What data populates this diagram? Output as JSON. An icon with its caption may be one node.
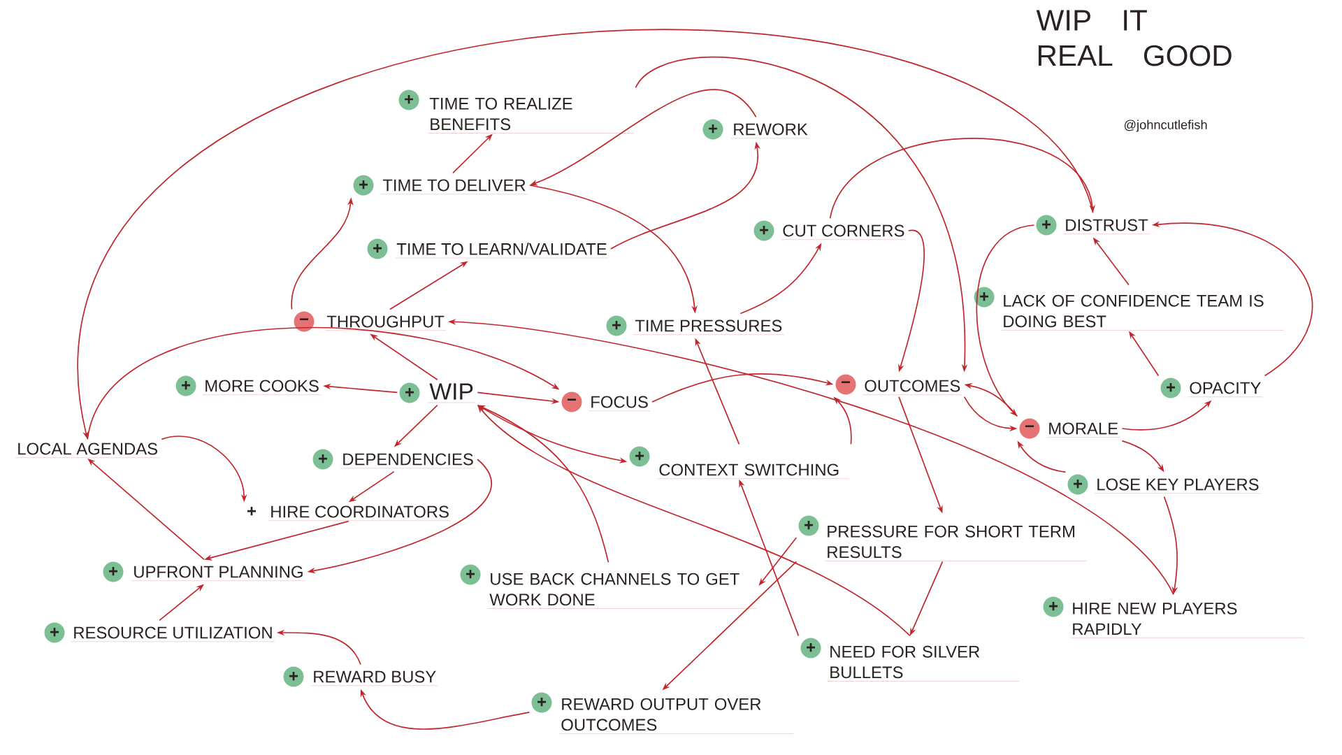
{
  "diagram": {
    "title": "WIP IT REAL GOOD",
    "nodes": [
      {
        "text": [
          "+",
          "TIME TO REALIZE BENEFITS"
        ]
      },
      {
        "text": [
          "+",
          "REWORK"
        ]
      },
      {
        "text": [
          "+",
          "TIME TO DELIVER"
        ]
      },
      {
        "text": [
          "+",
          "TIME TO LEARN/VALIDATE"
        ]
      },
      {
        "text": [
          "+",
          "CUT CORNERS"
        ]
      },
      {
        "text": [
          "+",
          "DISTRUST"
        ]
      },
      {
        "text": [
          "+",
          "LACK OF CONFIDENCE TEAM IS DOING BEST"
        ]
      },
      {
        "text": [
          "−",
          "THROUGHPUT"
        ]
      },
      {
        "text": [
          "+",
          "TIME PRESSURES"
        ]
      },
      {
        "text": [
          "+",
          "MORE COOKS"
        ]
      },
      {
        "text": [
          "+",
          "WIP"
        ]
      },
      {
        "text": [
          "−",
          "FOCUS"
        ]
      },
      {
        "text": [
          "−",
          "OUTCOMES"
        ]
      },
      {
        "text": [
          "+",
          "OPACITY"
        ]
      },
      {
        "text": [
          "−",
          "MORALE"
        ]
      },
      {
        "text": [
          "LOCAL AGENDAS"
        ]
      },
      {
        "text": [
          "+",
          "DEPENDENCIES"
        ]
      },
      {
        "text": [
          "+",
          "CONTEXT SWITCHING"
        ]
      },
      {
        "text": [
          "+",
          "LOSE KEY PLAYERS"
        ]
      },
      {
        "text": [
          "+",
          "HIRE COORDINATORS"
        ]
      },
      {
        "text": [
          "+",
          "PRESSURE FOR SHORT TERM RESULTS"
        ]
      },
      {
        "text": [
          "+",
          "UPFRONT PLANNING"
        ]
      },
      {
        "text": [
          "+",
          "USE BACK CHANNELS TO GET WORK DONE"
        ]
      },
      {
        "text": [
          "+",
          "HIRE NEW PLAYERS RAPIDLY"
        ]
      },
      {
        "text": [
          "+",
          "RESOURCE UTILIZATION"
        ]
      },
      {
        "text": [
          "+",
          "NEED FOR SILVER BULLETS"
        ]
      },
      {
        "text": [
          "+",
          "REWARD BUSY"
        ]
      },
      {
        "text": [
          "+",
          "REWARD OUTPUT OVER OUTCOMES"
        ]
      }
    ],
    "edges": [
      {
        "from": 7,
        "to": 2,
        "arrow": "to"
      },
      {
        "from": 7,
        "to": 3,
        "arrow": "to"
      },
      {
        "from": 2,
        "to": 0,
        "arrow": "to"
      },
      {
        "from": 1,
        "to": 2,
        "arrow": "to"
      },
      {
        "from": 2,
        "to": 8,
        "arrow": "to"
      },
      {
        "from": 3,
        "to": 1,
        "arrow": "to"
      },
      {
        "from": 8,
        "to": 4,
        "arrow": "to"
      },
      {
        "from": 4,
        "to": 5,
        "arrow": "to"
      },
      {
        "from": 4,
        "to": 12,
        "arrow": "to"
      },
      {
        "from": 0,
        "to": 12,
        "arrow": "to"
      },
      {
        "from": 5,
        "to": 14,
        "arrow": "to"
      },
      {
        "from": 5,
        "to": 15,
        "arrow": "to"
      },
      {
        "from": 15,
        "to": 11,
        "arrow": "to"
      },
      {
        "from": 15,
        "to": 19,
        "arrow": "to"
      },
      {
        "from": 10,
        "to": 7,
        "arrow": "to"
      },
      {
        "from": 10,
        "to": 9,
        "arrow": "to"
      },
      {
        "from": 10,
        "to": 11,
        "arrow": "to"
      },
      {
        "from": 10,
        "to": 16,
        "arrow": "to"
      },
      {
        "from": 10,
        "to": 17,
        "arrow": "to"
      },
      {
        "from": 16,
        "to": 19,
        "arrow": "to"
      },
      {
        "from": 19,
        "to": 21,
        "arrow": "to"
      },
      {
        "from": 16,
        "to": 21,
        "arrow": "to"
      },
      {
        "from": 21,
        "to": 15,
        "arrow": "to"
      },
      {
        "from": 24,
        "to": 21,
        "arrow": "to"
      },
      {
        "from": 26,
        "to": 24,
        "arrow": "to"
      },
      {
        "from": 27,
        "to": 26,
        "arrow": "to"
      },
      {
        "from": 22,
        "to": 10,
        "arrow": "to"
      },
      {
        "from": 25,
        "to": 10,
        "arrow": "to"
      },
      {
        "from": 25,
        "to": 17,
        "arrow": "to"
      },
      {
        "from": 20,
        "to": 22,
        "arrow": "to"
      },
      {
        "from": 20,
        "to": 25,
        "arrow": "to"
      },
      {
        "from": 20,
        "to": 27,
        "arrow": "to"
      },
      {
        "from": 12,
        "to": 20,
        "arrow": "to"
      },
      {
        "from": 12,
        "to": 14,
        "arrow": "to"
      },
      {
        "from": 14,
        "to": 12,
        "arrow": "to"
      },
      {
        "from": 14,
        "to": 13,
        "arrow": "to"
      },
      {
        "from": 14,
        "to": 18,
        "arrow": "to"
      },
      {
        "from": 18,
        "to": 14,
        "arrow": "to"
      },
      {
        "from": 18,
        "to": 23,
        "arrow": "to"
      },
      {
        "from": 23,
        "to": 7,
        "arrow": "to"
      },
      {
        "from": 13,
        "to": 6,
        "arrow": "to"
      },
      {
        "from": 13,
        "to": 5,
        "arrow": "to"
      },
      {
        "from": 6,
        "to": 5,
        "arrow": "to"
      },
      {
        "from": 11,
        "to": 12,
        "arrow": "to"
      },
      {
        "from": 17,
        "to": 8,
        "arrow": "to"
      },
      {
        "from": 17,
        "to": 12,
        "arrow": "to"
      }
    ],
    "labels": [
      "@johncutlefish"
    ]
  }
}
